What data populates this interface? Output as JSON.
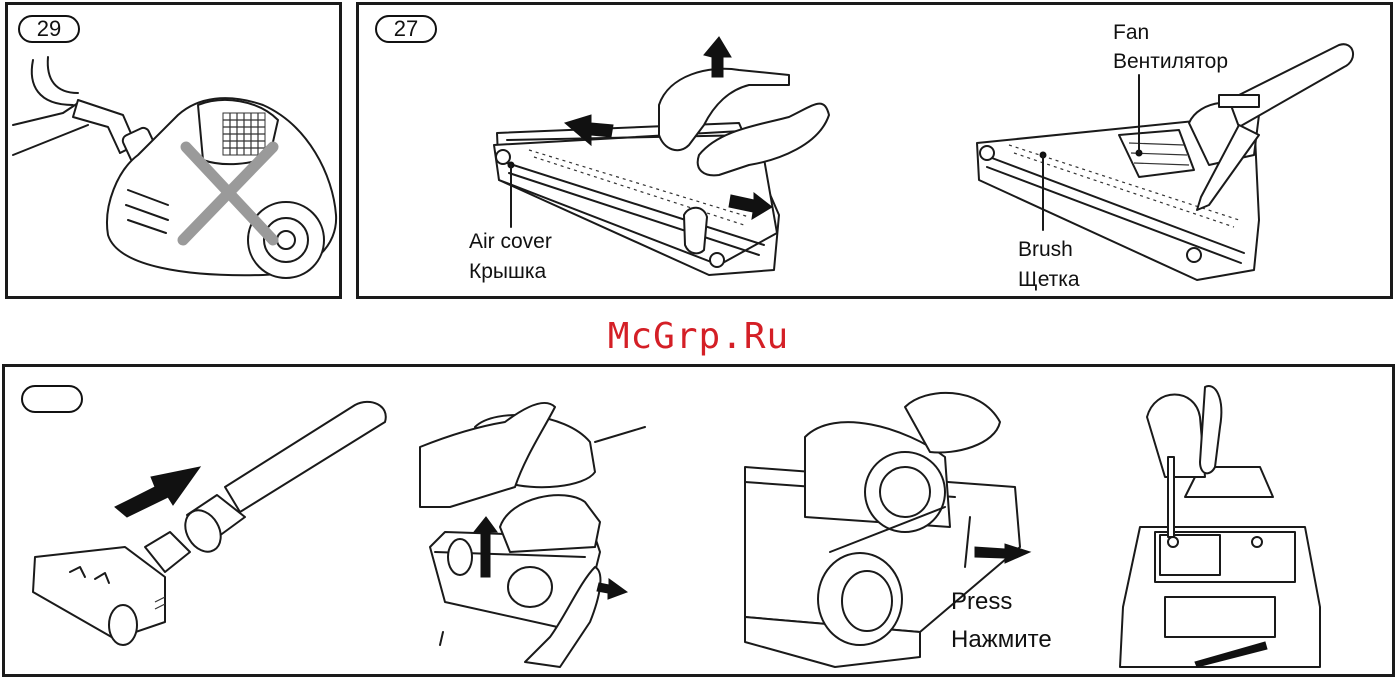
{
  "watermark": "McGrp.Ru",
  "panels": {
    "step29": {
      "badge": "29"
    },
    "step27": {
      "badge": "27",
      "air_cover_en": "Air cover",
      "air_cover_ru": "Крышка",
      "fan_en": "Fan",
      "fan_ru": "Вентилятор",
      "brush_en": "Brush",
      "brush_ru": "Щетка"
    },
    "bottom": {
      "badge": "",
      "press_en": "Press",
      "press_ru": "Нажмите"
    }
  },
  "colors": {
    "watermark": "#d41f26",
    "cross": "#9a9a9a",
    "line": "#1a1a1a"
  }
}
